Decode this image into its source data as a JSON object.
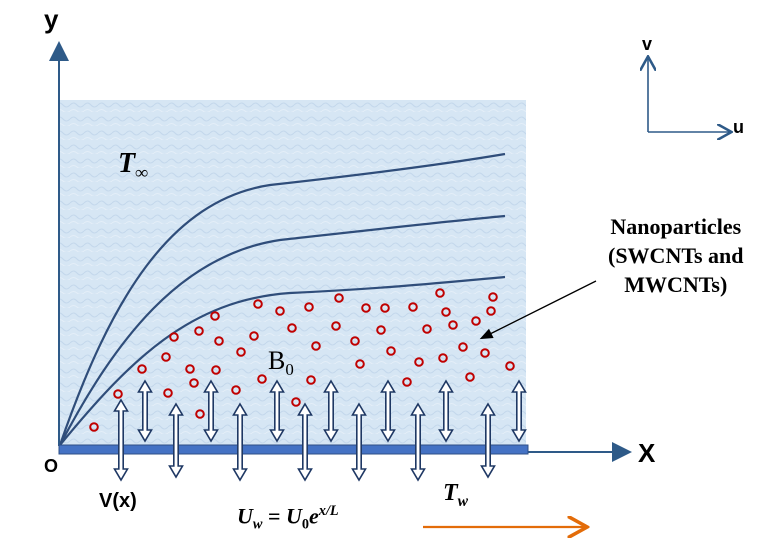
{
  "labels": {
    "y_axis": "y",
    "x_axis": "X",
    "origin": "O",
    "t_inf_symbol": "T",
    "t_inf_sub": "∞",
    "magnetic_field_base": "B",
    "magnetic_field_sub": "0",
    "velocity_small": "v",
    "velocity_u": "u",
    "suction_velocity": "V(x)",
    "tw_base": "T",
    "tw_sub": "w",
    "uw_lhs_base": "U",
    "uw_lhs_sub": "w",
    "uw_eq": " = ",
    "uw_rhs_base": "U",
    "uw_rhs_sub": "0",
    "uw_exp_base": "e",
    "uw_exp_sup": "x/L",
    "nanoparticles_line1": "Nanoparticles",
    "nanoparticles_line2": "(SWCNTs and",
    "nanoparticles_line3": "MWCNTs)"
  },
  "colors": {
    "fluid_region": "#d6e6f4",
    "axis": "#2e5a88",
    "curves": "#2f4d7a",
    "wall": "#4472c4",
    "particle": "#c00000",
    "arrow": "#1f3864",
    "stretch_arrow": "#e36c09"
  },
  "icons": {
    "flux_arrows": "double-headed-hollow-arrow",
    "particles": "hollow-red-circle",
    "stretching": "orange-right-arrow"
  }
}
